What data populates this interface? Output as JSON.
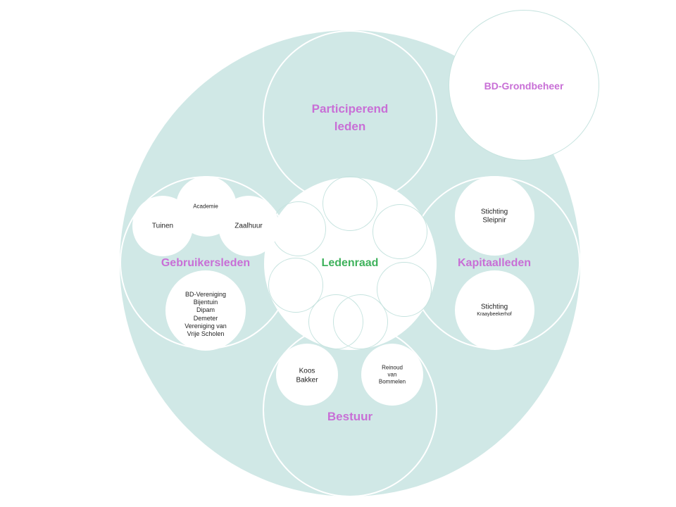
{
  "colors": {
    "teal": "#d0e8e6",
    "label_purple": "#c86fd6",
    "label_green": "#3fb25c",
    "white": "#ffffff"
  },
  "labels": {
    "participerend": [
      "Participerend",
      "leden"
    ],
    "grondbeheer": "BD-Grondbeheer",
    "gebruikersleden": "Gebruikersleden",
    "ledenraad": "Ledenraad",
    "kapitaalleden": "Kapitaalleden",
    "bestuur": "Bestuur"
  },
  "gebruikers": {
    "tuinen": "Tuinen",
    "academie": "Academie",
    "zaalhuur": "Zaalhuur",
    "bd": [
      "BD-Vereniging",
      "Bijentuin",
      "Dipam",
      "Demeter",
      "Vereniging van",
      "Vrije Scholen"
    ]
  },
  "kapitaal": {
    "sleipnir": [
      "Stichting",
      "Sleipnir"
    ],
    "kraaybeekerhof": [
      "Stichting",
      "Kraaybeekerhof"
    ]
  },
  "bestuur_members": {
    "koos": [
      "Koos",
      "Bakker"
    ],
    "reinoud": [
      "Reinoud",
      "van",
      "Bommelen"
    ]
  }
}
